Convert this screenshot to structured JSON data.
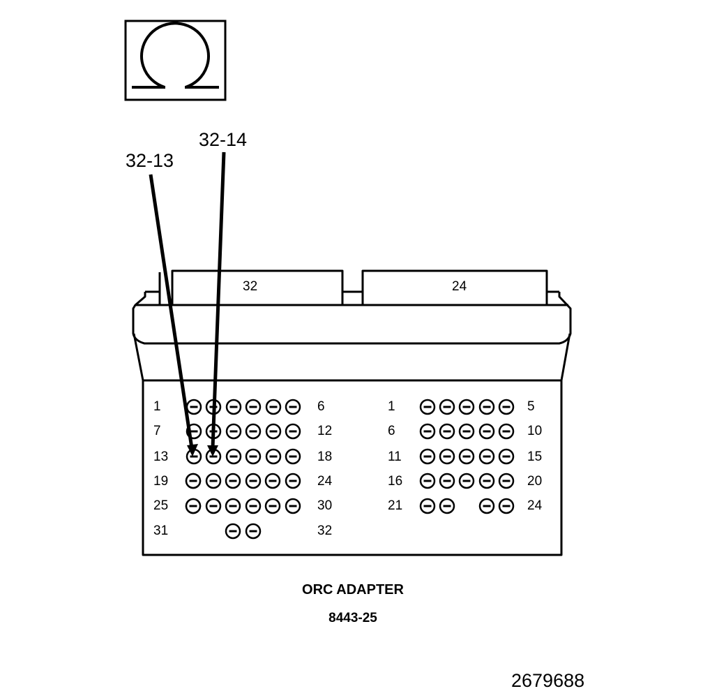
{
  "symbol": {
    "icon": "ohm-symbol-icon"
  },
  "callouts": [
    {
      "label": "32-13"
    },
    {
      "label": "32-14"
    }
  ],
  "connectors": {
    "left": {
      "header_label": "32",
      "rows": [
        {
          "start": "1",
          "end": "6"
        },
        {
          "start": "7",
          "end": "12"
        },
        {
          "start": "13",
          "end": "18"
        },
        {
          "start": "19",
          "end": "24"
        },
        {
          "start": "25",
          "end": "30"
        },
        {
          "start": "31",
          "end": "32"
        }
      ]
    },
    "right": {
      "header_label": "24",
      "rows": [
        {
          "start": "1",
          "end": "5"
        },
        {
          "start": "6",
          "end": "10"
        },
        {
          "start": "11",
          "end": "15"
        },
        {
          "start": "16",
          "end": "20"
        },
        {
          "start": "21",
          "end": "24"
        }
      ]
    }
  },
  "caption": {
    "title": "ORC ADAPTER",
    "part_number": "8443-25"
  },
  "figure_id": "2679688",
  "colors": {
    "line": "#000000",
    "background": "#ffffff"
  }
}
